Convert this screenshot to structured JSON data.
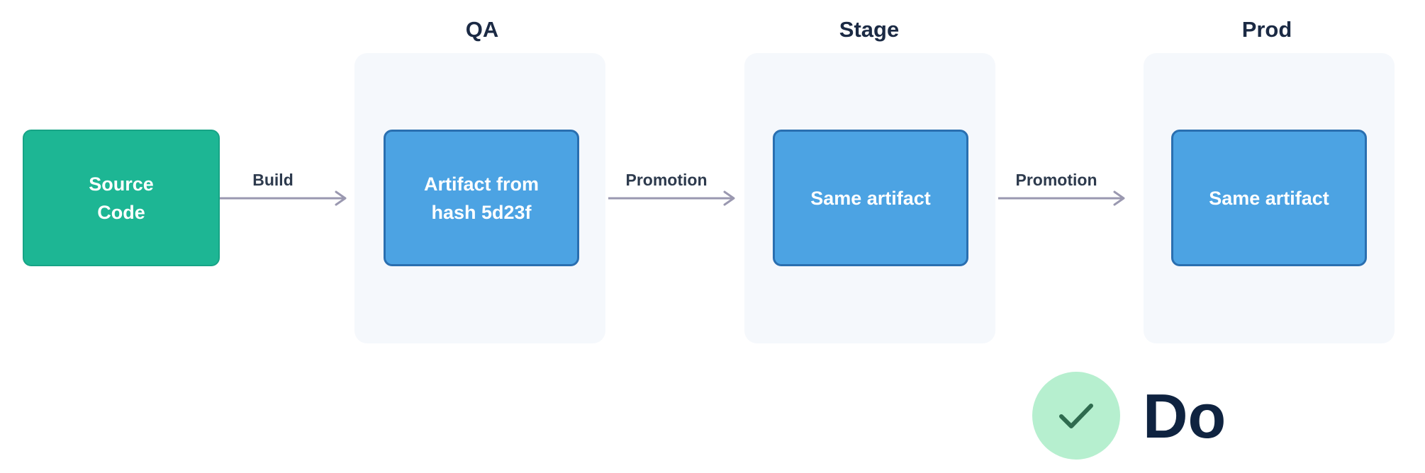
{
  "diagram": {
    "source": {
      "label_line1": "Source",
      "label_line2": "Code"
    },
    "environments": [
      {
        "title": "QA",
        "node_line1": "Artifact from",
        "node_line2": "hash 5d23f"
      },
      {
        "title": "Stage",
        "node_line1": "Same artifact",
        "node_line2": ""
      },
      {
        "title": "Prod",
        "node_line1": "Same artifact",
        "node_line2": ""
      }
    ],
    "edges": [
      {
        "label": "Build"
      },
      {
        "label": "Promotion"
      },
      {
        "label": "Promotion"
      }
    ],
    "verdict": {
      "label": "Do",
      "icon": "checkmark-icon"
    }
  },
  "colors": {
    "source_fill": "#1db694",
    "artifact_fill": "#4ca3e3",
    "artifact_border": "#2a6fb0",
    "panel_bg": "#f5f8fc",
    "arrow": "#9a98b0",
    "verdict_circle": "#b6efcf",
    "check": "#2f6b4f",
    "heading": "#1b2a44"
  }
}
